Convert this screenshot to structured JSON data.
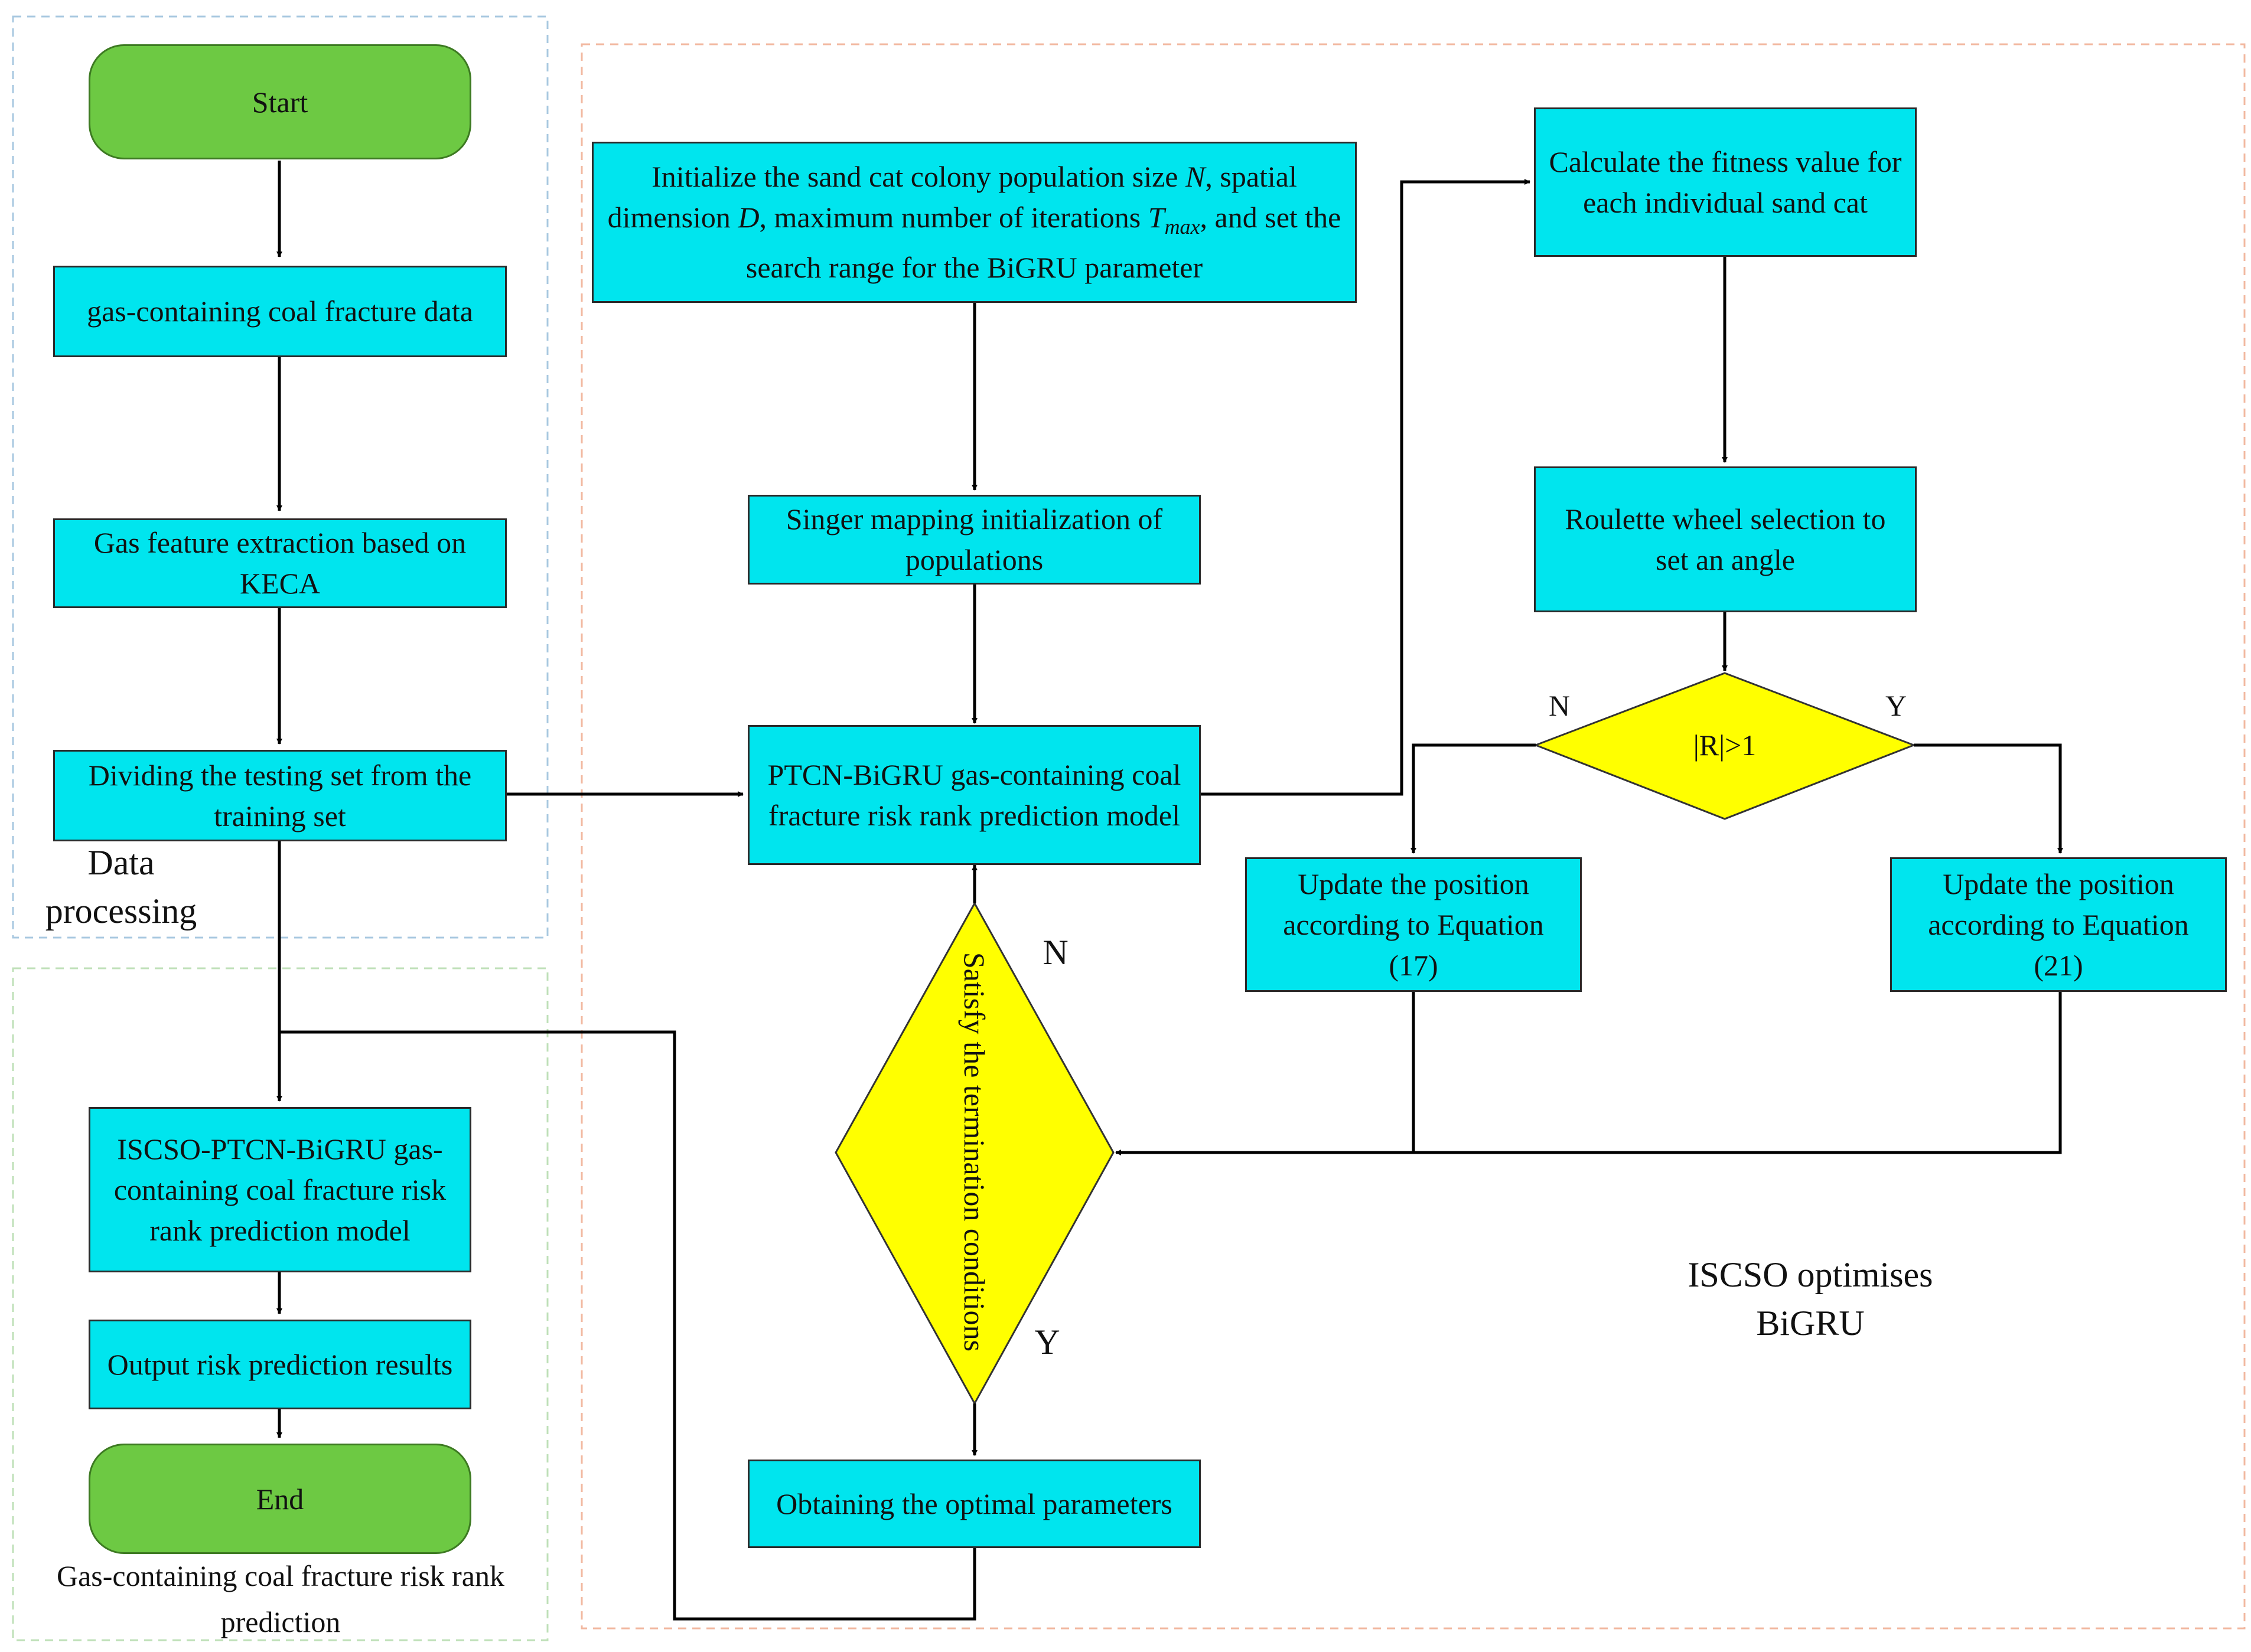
{
  "regions": {
    "data_processing": "Data processing",
    "prediction": "Gas-containing coal fracture risk rank prediction",
    "iscso": "ISCSO optimises BiGRU"
  },
  "nodes": {
    "start": "Start",
    "gas_data": "gas-containing coal fracture data",
    "keca": "Gas feature extraction based on KECA",
    "dividing": "Dividing the testing set from the training set",
    "iscso_model": "ISCSO-PTCN-BiGRU gas-containing coal fracture risk rank prediction model",
    "output": "Output risk prediction results",
    "end": "End",
    "init_pre": "Initialize the sand cat colony population size ",
    "init_N": "N",
    "init_mid1": ", spatial dimension ",
    "init_D": "D",
    "init_mid2": ", maximum number of iterations ",
    "init_T": "T",
    "init_sub": "max",
    "init_post": ", and set the search range for the BiGRU parameter",
    "singer": "Singer mapping initialization of populations",
    "ptcn": "PTCN-BiGRU gas-containing coal fracture risk rank prediction model",
    "fitness": "Calculate the fitness value for each individual sand cat",
    "roulette": "Roulette wheel selection to set an angle",
    "condition_r": "|R|>1",
    "update17": "Update the position according to Equation (17)",
    "update21": "Update the position according to Equation (21)",
    "termination": "Satisfy the termination conditions",
    "optimal": "Obtaining the optimal parameters"
  },
  "edge_labels": {
    "r_no": "N",
    "r_yes": "Y",
    "term_no": "N",
    "term_yes": "Y"
  },
  "colors": {
    "process_fill": "#00e5ee",
    "terminal_fill": "#6dc943",
    "decision_fill": "#ffff00",
    "data_region_border": "#a8c8e0",
    "prediction_region_border": "#bfe0b8",
    "iscso_region_border": "#f2b8a0"
  }
}
